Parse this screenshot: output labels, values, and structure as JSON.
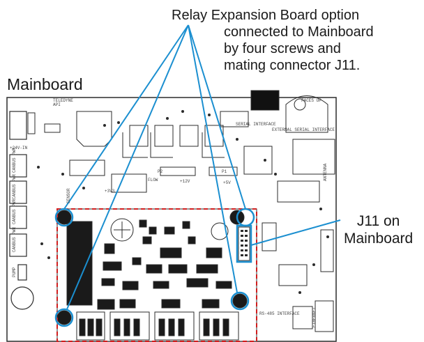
{
  "callouts": {
    "relay_lines": [
      "Relay Expansion Board option",
      "connected to Mainboard",
      "by four screws and",
      "mating connector J11."
    ],
    "mainboard": "Mainboard",
    "j11_lines": [
      "J11 on",
      "Mainboard"
    ]
  },
  "board_marks": {
    "silk": [
      "TELEDYNE",
      "API",
      "FACES UP",
      "+24V-IN",
      "CANBUS PWR",
      "CANBUS PWR",
      "CANBUS PWR",
      "CANBUS PWR",
      "PUMP",
      "P2",
      "P1",
      "+12V",
      "+5V",
      "+3V3",
      "SENSOR",
      "FLOW",
      "SERIAL INTERFACE",
      "EXTERNAL SERIAL INTERFACE",
      "ANTENNA",
      "RS-485 INTERFACE",
      "ETHERNET"
    ]
  },
  "colors": {
    "callout_line": "#1b8fd0",
    "connector_box": "#1b8fd0",
    "relay_outline": "#d11f1f",
    "board_ink": "#2b2b2b",
    "board_bg": "#ffffff"
  }
}
